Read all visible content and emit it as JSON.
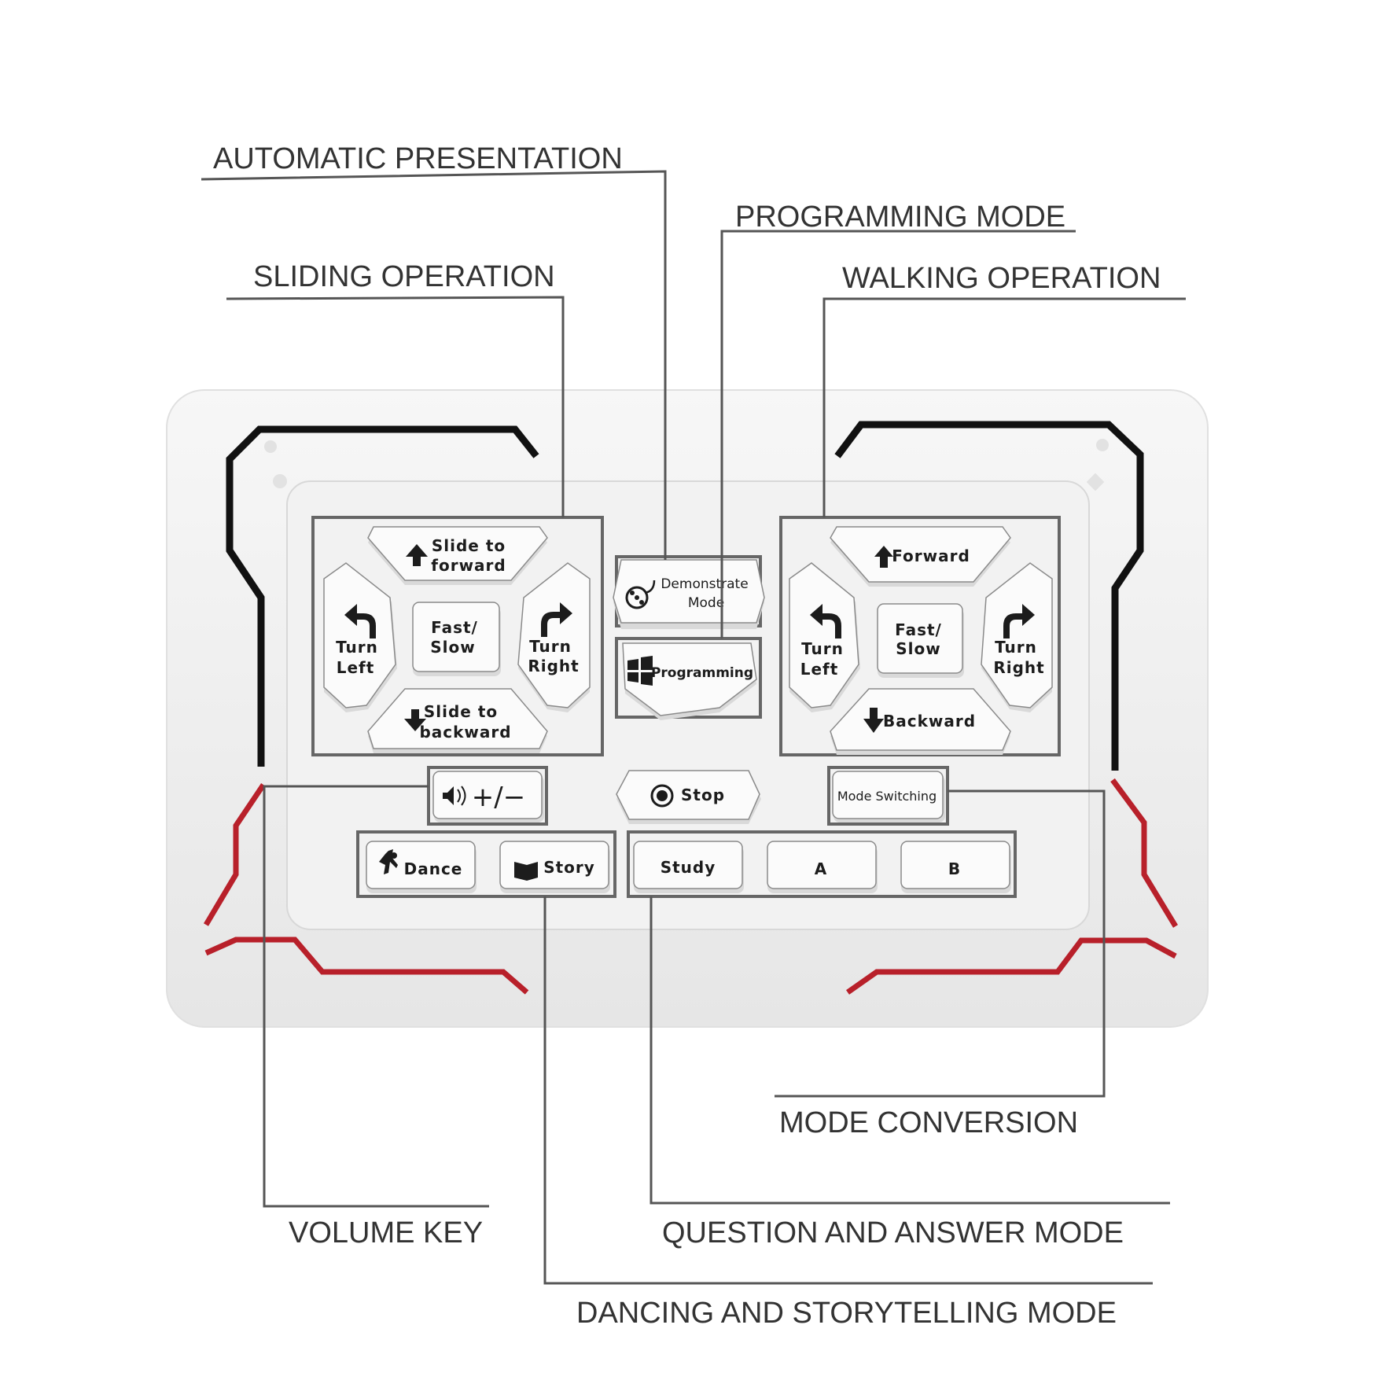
{
  "labels": {
    "automatic_presentation": "AUTOMATIC PRESENTATION",
    "programming_mode": "PROGRAMMING MODE",
    "sliding_operation": "SLIDING OPERATION",
    "walking_operation": "WALKING OPERATION",
    "mode_conversion": "MODE CONVERSION",
    "volume_key": "VOLUME KEY",
    "question_and_answer_mode": "QUESTION AND ANSWER MODE",
    "dancing_and_storytelling_mode": "DANCING AND STORYTELLING MODE"
  },
  "left_pad": {
    "slide_forward_l1": "Slide to",
    "slide_forward_l2": "forward",
    "turn_left_l1": "Turn",
    "turn_left_l2": "Left",
    "fast_slow_l1": "Fast/",
    "fast_slow_l2": "Slow",
    "turn_right_l1": "Turn",
    "turn_right_l2": "Right",
    "slide_backward_l1": "Slide to",
    "slide_backward_l2": "backward"
  },
  "right_pad": {
    "forward": "Forward",
    "turn_left_l1": "Turn",
    "turn_left_l2": "Left",
    "fast_slow_l1": "Fast/",
    "fast_slow_l2": "Slow",
    "turn_right_l1": "Turn",
    "turn_right_l2": "Right",
    "backward": "Backward"
  },
  "center": {
    "demonstrate_l1": "Demonstrate",
    "demonstrate_l2": "Mode",
    "programming": "Programming",
    "stop": "Stop",
    "mode_switching": "Mode Switching",
    "volume": "+/−"
  },
  "bottom_row": {
    "dance": "Dance",
    "story": "Story",
    "study": "Study",
    "a": "A",
    "b": "B"
  },
  "colors": {
    "accent_red": "#b8202a",
    "trim_black": "#111111",
    "body_white": "#f4f4f4"
  }
}
